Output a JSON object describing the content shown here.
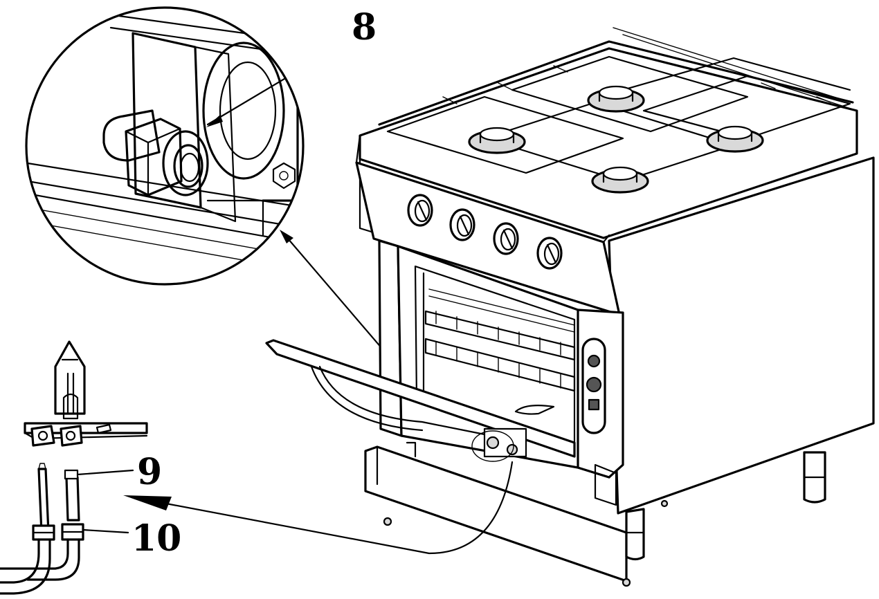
{
  "callouts": [
    {
      "id": "8",
      "label": "8"
    },
    {
      "id": "9",
      "label": "9"
    },
    {
      "id": "10",
      "label": "10"
    }
  ]
}
